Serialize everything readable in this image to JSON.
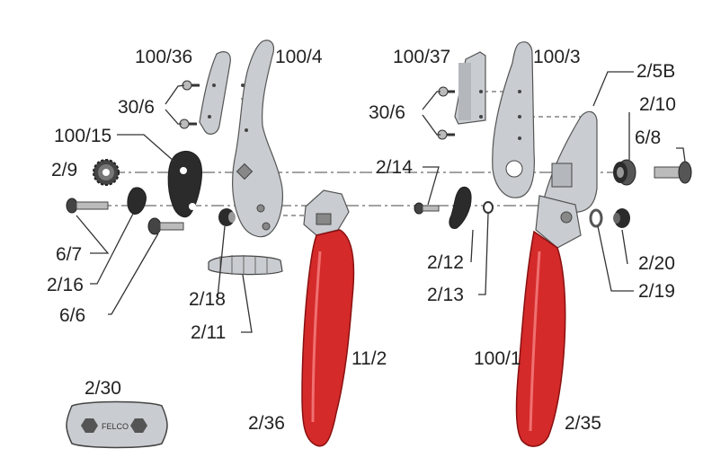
{
  "colors": {
    "handle_red": "#d42a2a",
    "metal": "#c9ccd0",
    "dark_part": "#2b2b2b",
    "outline": "#444444"
  },
  "left_assembly": {
    "labels": {
      "blade_36": "100/36",
      "blade_4": "100/4",
      "screws_30_6": "30/6",
      "plate_100_15": "100/15",
      "gear_2_9": "2/9",
      "bolt_6_7": "6/7",
      "spring_2_16": "2/16",
      "bolt_6_6": "6/6",
      "nut_2_18": "2/18",
      "spring_2_11": "2/11",
      "handle_11_2": "11/2",
      "grip_2_36": "2/36",
      "tool_2_30": "2/30"
    }
  },
  "right_assembly": {
    "labels": {
      "blade_37": "100/37",
      "blade_3": "100/3",
      "screws_30_6": "30/6",
      "part_2_5b": "2/5B",
      "nut_2_10": "2/10",
      "bolt_6_8": "6/8",
      "screw_2_14": "2/14",
      "catch_2_12": "2/12",
      "washer_2_13": "2/13",
      "cap_2_20": "2/20",
      "ring_2_19": "2/19",
      "handle_100_1": "100/1",
      "grip_2_35": "2/35"
    }
  },
  "tool_stamp": "FELCO"
}
